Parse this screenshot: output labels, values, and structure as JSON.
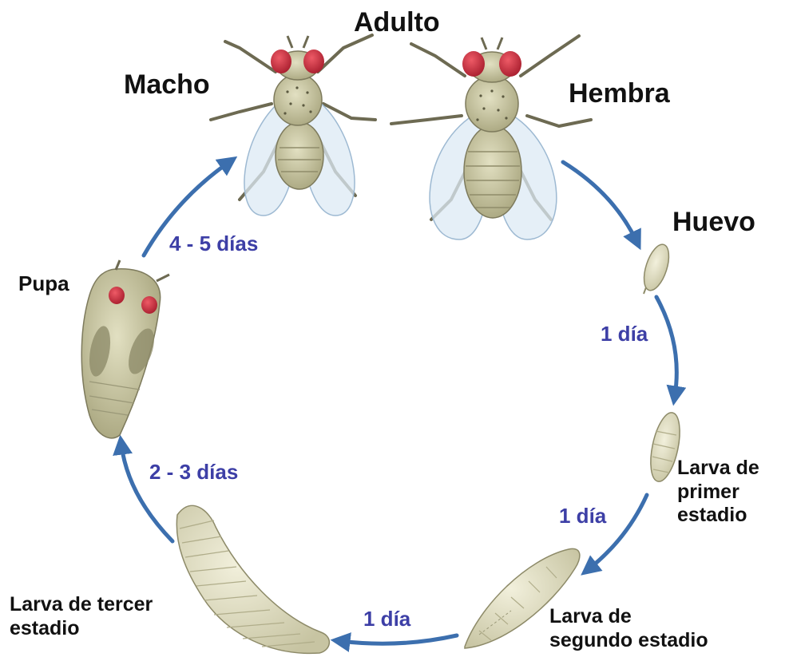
{
  "labels": {
    "adult": "Adulto",
    "male": "Macho",
    "female": "Hembra",
    "egg": "Huevo",
    "pupa": "Pupa",
    "larva1": "Larva de\nprimer\nestadio",
    "larva2": "Larva de\nsegundo estadio",
    "larva3": "Larva de tercer\nestadio"
  },
  "durations": {
    "egg_to_larva1": "1 día",
    "larva1_to_larva2": "1 día",
    "larva2_to_larva3": "1 día",
    "larva3_to_pupa": "2 - 3 días",
    "pupa_to_adult": "4 - 5 días"
  },
  "colors": {
    "arrow": "#3c6fae",
    "duration_text": "#3d3fa6",
    "body": "#c9c7a3",
    "eye": "#c0283a",
    "wing": "#dce9f4",
    "larva": "#e3e0c4"
  }
}
